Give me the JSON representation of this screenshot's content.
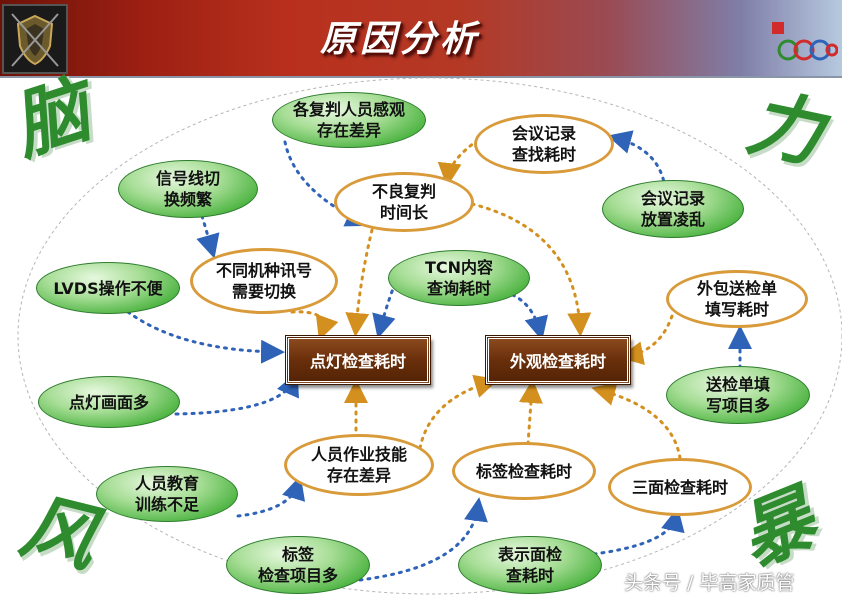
{
  "header": {
    "title": "原因分析"
  },
  "corners": {
    "top_left": "脑",
    "top_right": "力",
    "bottom_left": "风",
    "bottom_right": "暴"
  },
  "effects": {
    "left": "点灯检查耗时",
    "right": "外观检查耗时"
  },
  "causes": {
    "diff_perception": "各复判人员感观\n存在差异",
    "meeting_search": "会议记录\n查找耗时",
    "signal_switch": "信号线切\n换频繁",
    "recheck_time": "不良复判\n时间长",
    "meeting_mess": "会议记录\n放置凌乱",
    "model_switch": "不同机种讯号\n需要切换",
    "lvds": "LVDS操作不便",
    "tcn_query": "TCN内容\n查询耗时",
    "outsource_form": "外包送检单\n填写耗时",
    "light_screens": "点灯画面多",
    "form_items": "送检单填\n写项目多",
    "skill_diff": "人员作业技能\n存在差异",
    "label_check": "标签检查耗时",
    "training": "人员教育\n训练不足",
    "three_side": "三面检查耗时",
    "label_items": "标签\n检查项目多",
    "display_check": "表示面检\n查耗时"
  },
  "watermark": "头条号 / 毕高家质管",
  "colors": {
    "green_arrow": "#2f63b8",
    "orange_arrow": "#d4901f",
    "corner_text": "#2e8b2e",
    "effect_box": "#6a2f0b"
  }
}
